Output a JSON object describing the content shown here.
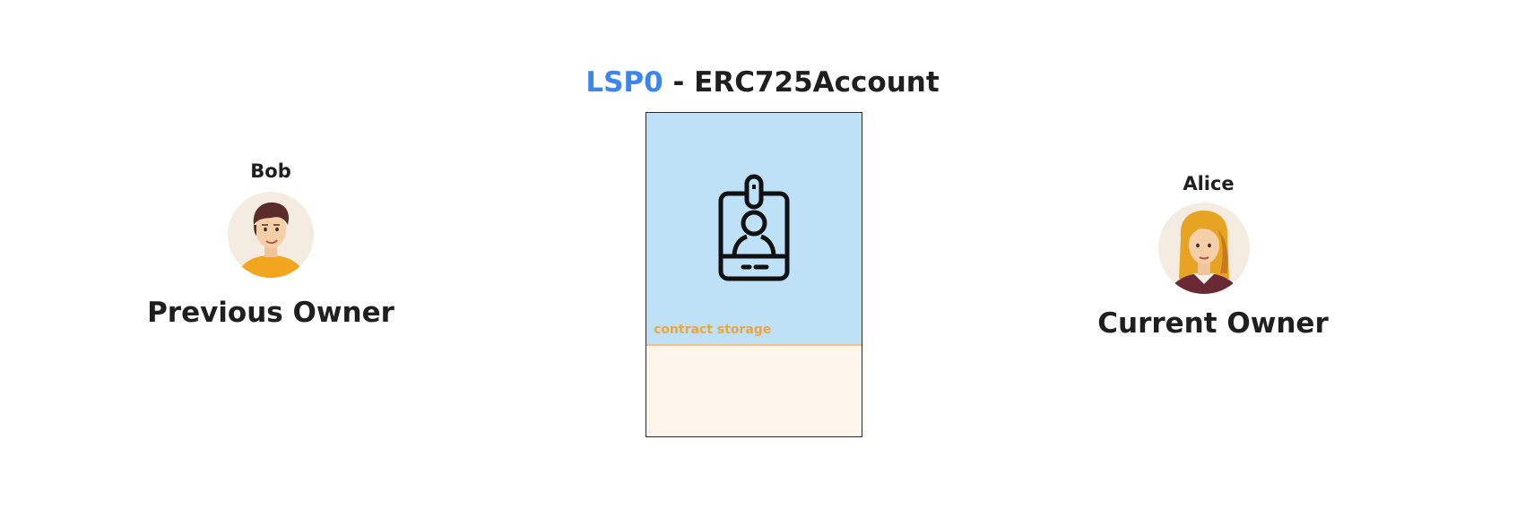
{
  "title": {
    "accent": "LSP0",
    "rest": " - ERC725Account"
  },
  "previous_owner": {
    "name": "Bob",
    "role": "Previous Owner",
    "avatar_icon": "man-avatar-icon"
  },
  "current_owner": {
    "name": "Alice",
    "role": "Current Owner",
    "avatar_icon": "woman-avatar-icon"
  },
  "contract": {
    "storage_label": "contract storage",
    "icon": "id-badge-icon"
  },
  "colors": {
    "accent": "#3a86ee",
    "contract_top": "#bfe1f8",
    "contract_bottom": "#fdf5ec",
    "storage_label": "#f0a43a"
  }
}
